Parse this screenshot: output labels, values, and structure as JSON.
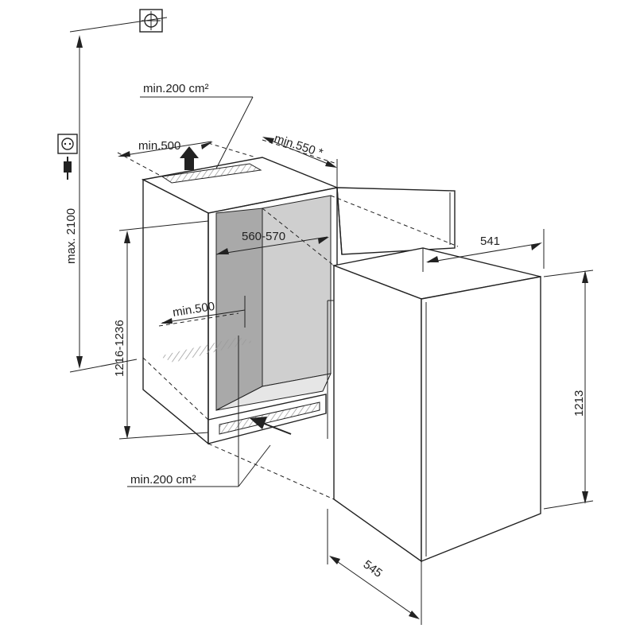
{
  "labels": {
    "top_vent_area": "min.200 cm²",
    "top_vent_depth": "min.500",
    "door_clearance": "min.550 *",
    "max_height": "max. 2100",
    "niche_width": "560-570",
    "niche_height": "1216-1236",
    "bottom_vent_depth": "min.500",
    "bottom_vent_area": "min.200 cm²",
    "appliance_width": "541",
    "appliance_height": "1213",
    "appliance_depth": "545"
  },
  "icons": [
    "ceiling-outlet-icon",
    "power-socket-icon",
    "power-plug-icon"
  ],
  "colors": {
    "line": "#222222",
    "niche_back": "#cfcfcf",
    "niche_side": "#a9a9a9",
    "vent": "#e8e8e8"
  }
}
